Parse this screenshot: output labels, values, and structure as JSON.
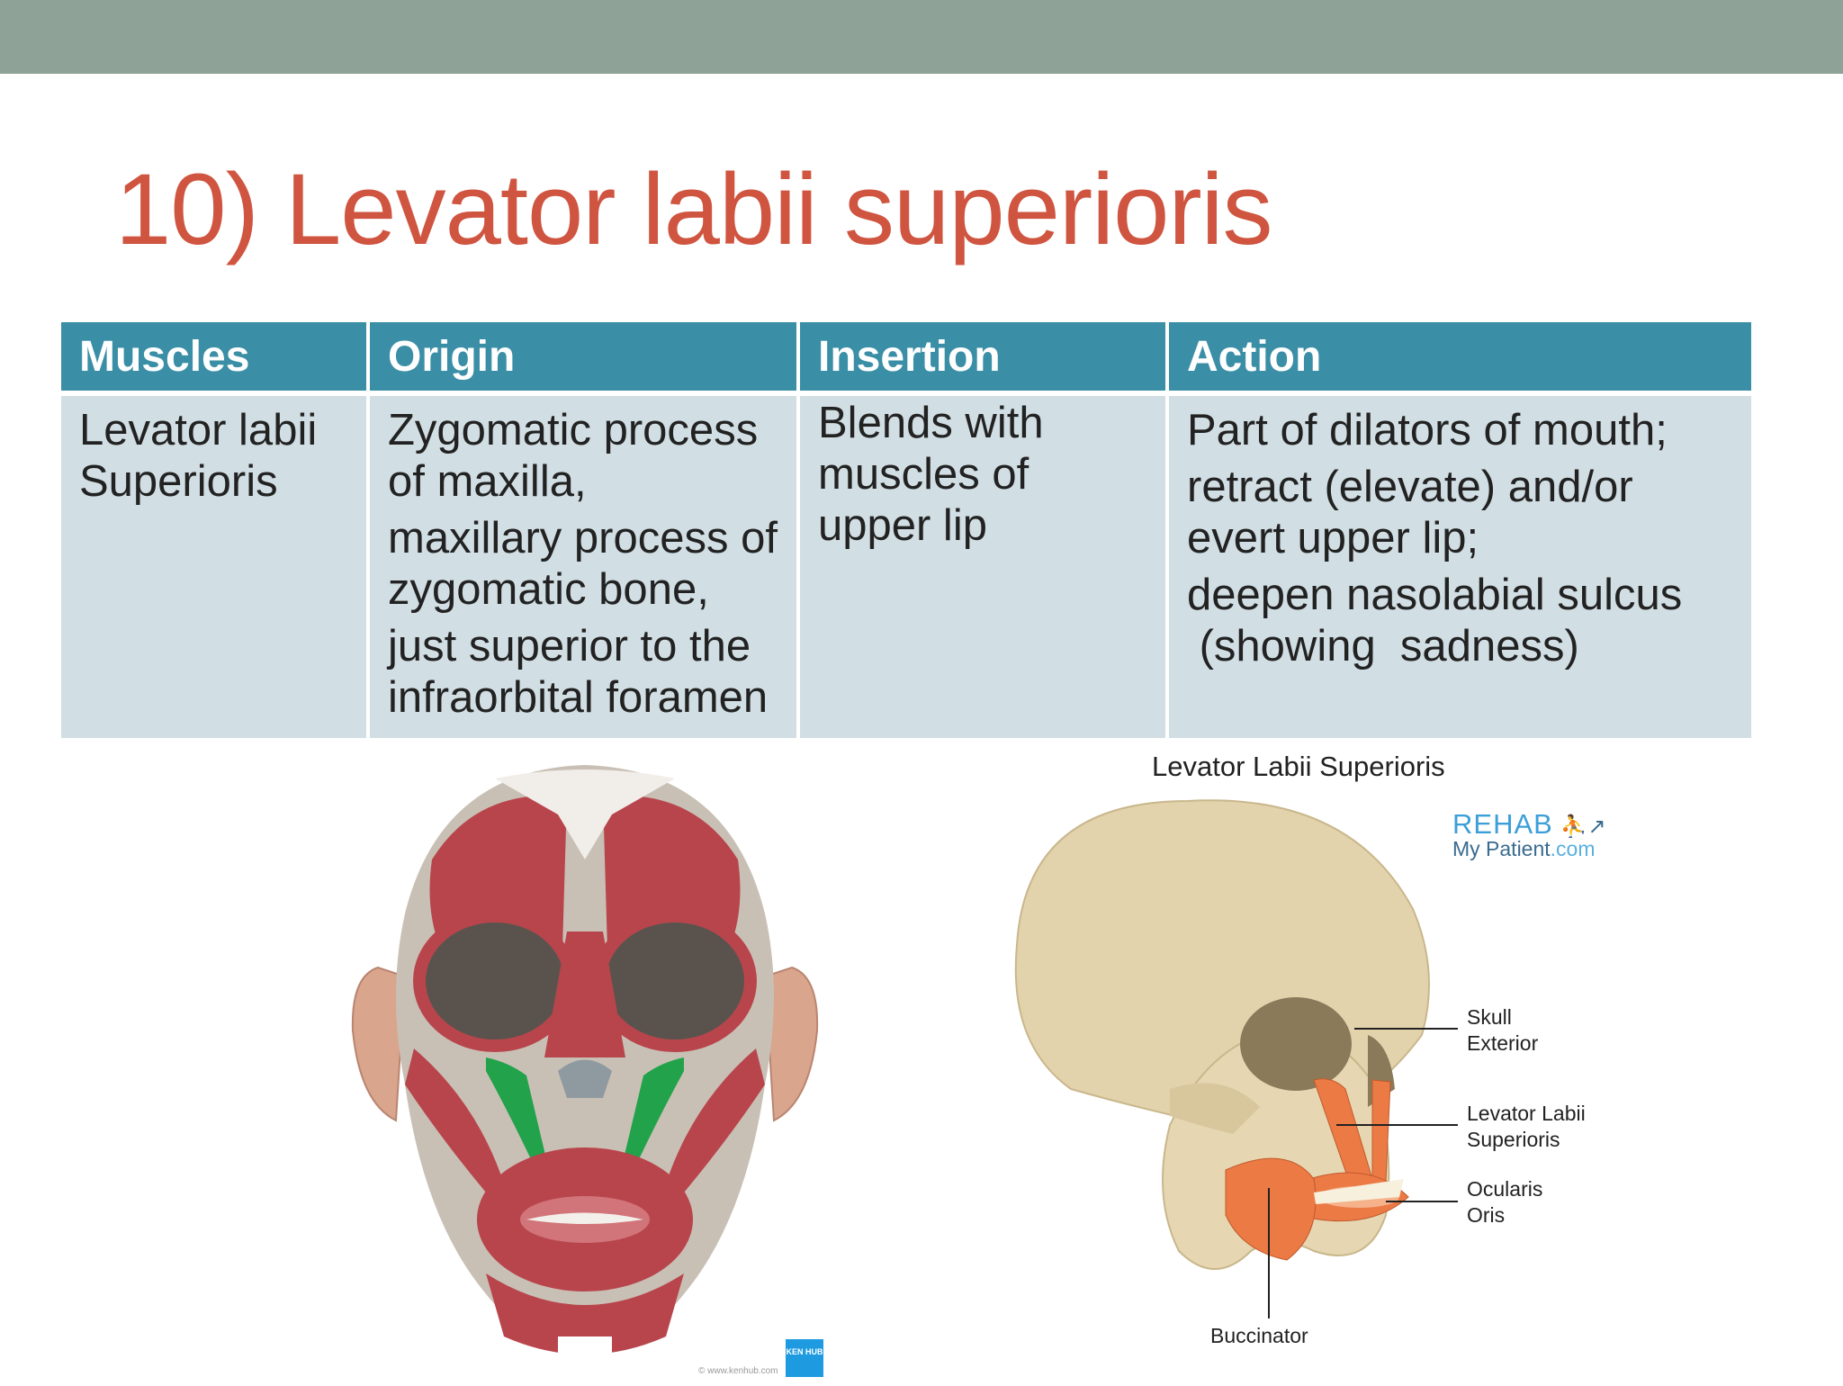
{
  "slide": {
    "title": "10) Levator labii superioris"
  },
  "table": {
    "headers": [
      "Muscles",
      "Origin",
      "Insertion",
      "Action"
    ],
    "muscle": [
      "Levator labii",
      "Superioris"
    ],
    "origin": [
      "Zygomatic process",
      "of maxilla,",
      "maxillary process of",
      "zygomatic bone,",
      "just superior to the",
      "infraorbital foramen"
    ],
    "insertion": [
      "Blends with",
      "muscles of",
      "upper lip"
    ],
    "action": [
      "Part of dilators of  mouth;",
      "retract  (elevate) and/or",
      "evert upper lip;",
      "deepen  nasolabial sulcus",
      " (showing  sadness)"
    ]
  },
  "figure_left": {
    "logo_text": "KEN HUB",
    "url": "© www.kenhub.com"
  },
  "figure_right": {
    "caption": "Levator Labii Superioris",
    "brand_top": "REHAB",
    "brand_bottom": "My Patient",
    "brand_domain": ".com",
    "callouts": {
      "skull": [
        "Skull",
        "Exterior"
      ],
      "levator": [
        "Levator Labii",
        "Superioris"
      ],
      "ocularis": [
        "Ocularis",
        "Oris"
      ],
      "buccinator": "Buccinator"
    }
  },
  "colors": {
    "title": "#cf5540",
    "header_bg": "#3a8fa6",
    "cell_bg": "#d1dee3",
    "top_band": "#8fa297",
    "muscle_red": "#b8454c",
    "highlight_green": "#22a24a",
    "lip_orange": "#ec7a45"
  }
}
